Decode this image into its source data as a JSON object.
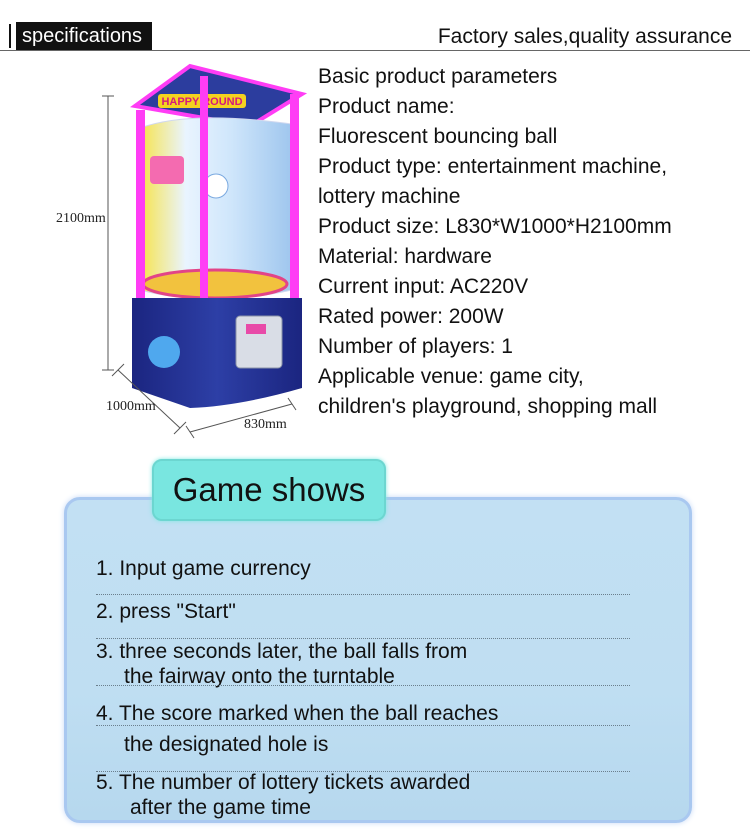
{
  "header": {
    "tag": "specifications",
    "tagline": "Factory sales,quality assurance"
  },
  "machine": {
    "height_label": "2100mm",
    "depth_label": "1000mm",
    "width_label": "830mm"
  },
  "specs": [
    "Basic product parameters",
    "Product name:",
    "Fluorescent bouncing ball",
    "Product type: entertainment machine,",
    "lottery machine",
    "Product size: L830*W1000*H2100mm",
    "Material: hardware",
    "Current input: AC220V",
    "Rated power: 200W",
    "Number of players: 1",
    "Applicable venue: game city,",
    "children's playground, shopping mall"
  ],
  "game_shows": {
    "title": "Game shows",
    "steps": [
      {
        "line1": "1. Input game currency",
        "line2": ""
      },
      {
        "line1": "2. press \"Start\"",
        "line2": ""
      },
      {
        "line1": "3. three seconds later, the ball falls from",
        "line2": "the fairway onto the turntable"
      },
      {
        "line1": "4. The score marked when the ball reaches",
        "line2": "the designated hole is"
      },
      {
        "line1": "5. The number of lottery tickets awarded",
        "line2": "after the game time"
      }
    ]
  },
  "colors": {
    "panel_bg": "#c2e0f3",
    "label_bg": "#79e6e0",
    "neon_pink": "#ff3df5",
    "cabinet_blue": "#1e2f8f"
  }
}
